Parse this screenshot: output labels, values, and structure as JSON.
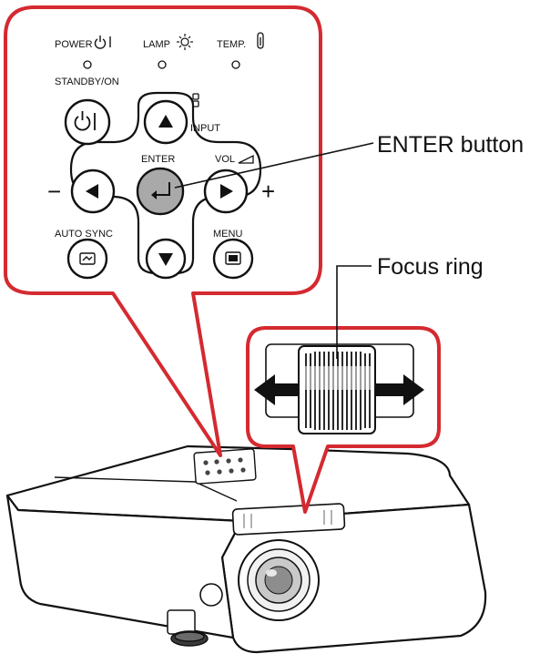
{
  "panel": {
    "indicators": {
      "power": "POWER",
      "lamp": "LAMP",
      "temp": "TEMP."
    },
    "labels": {
      "standby_on": "STANDBY/ON",
      "input": "INPUT",
      "enter": "ENTER",
      "vol": "VOL",
      "auto_sync": "AUTO SYNC",
      "menu": "MENU",
      "minus": "−",
      "plus": "+"
    }
  },
  "callouts": {
    "enter_button": "ENTER button",
    "focus_ring": "Focus ring"
  },
  "colors": {
    "callout_red": "#d42a30",
    "outline": "#111111",
    "enter_fill": "#a9a9a9"
  }
}
